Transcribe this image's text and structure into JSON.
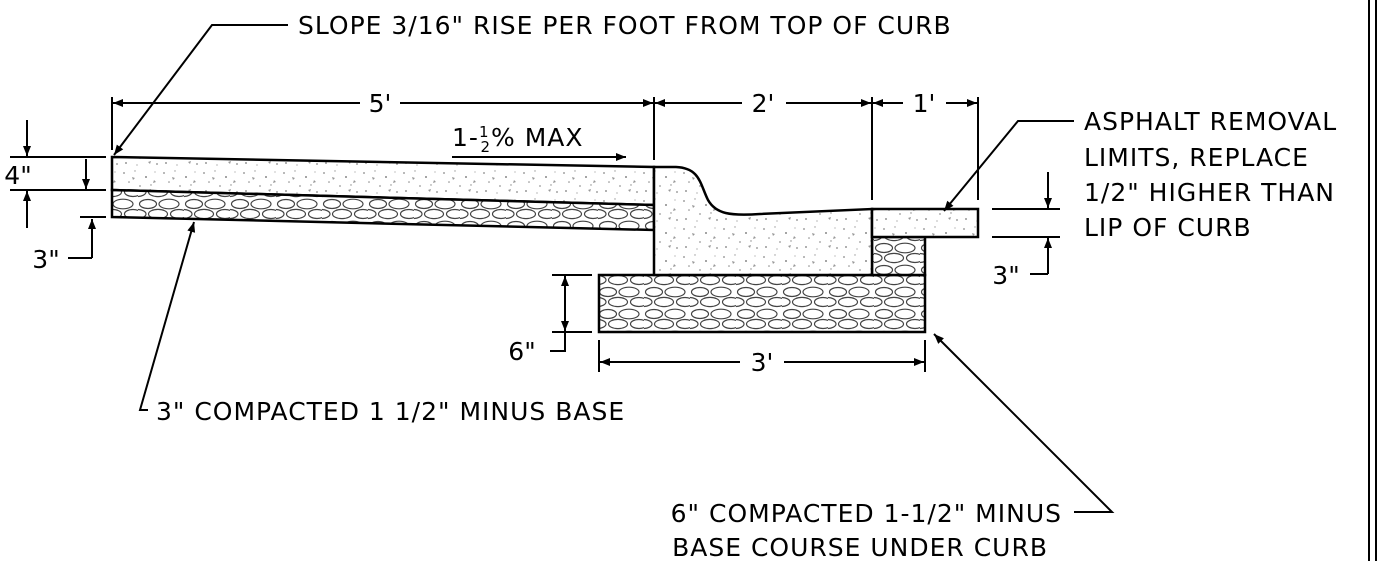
{
  "labels": {
    "slope_note": "SLOPE 3/16\" RISE PER FOOT FROM TOP OF CURB",
    "asphalt_line1": "ASPHALT REMOVAL",
    "asphalt_line2": "LIMITS, REPLACE",
    "asphalt_line3": "1/2\" HIGHER THAN",
    "asphalt_line4": "LIP OF CURB",
    "base_note": "3\" COMPACTED 1 1/2\" MINUS BASE",
    "curb_base_line1": "6\" COMPACTED 1-1/2\" MINUS",
    "curb_base_line2": "BASE COURSE UNDER CURB",
    "max_slope_prefix": "1-",
    "max_slope_num": "1",
    "max_slope_den": "2",
    "max_slope_suffix": "% MAX"
  },
  "dimensions": {
    "sidewalk_width": "5'",
    "curb_width": "2'",
    "lip_width": "1'",
    "sidewalk_thickness": "4\"",
    "sidewalk_base": "3\"",
    "asphalt_base": "3\"",
    "curb_base_depth": "6\"",
    "curb_base_width": "3'"
  },
  "colors": {
    "line": "#000000",
    "background": "#ffffff",
    "speckle": "#8a8a8a"
  }
}
